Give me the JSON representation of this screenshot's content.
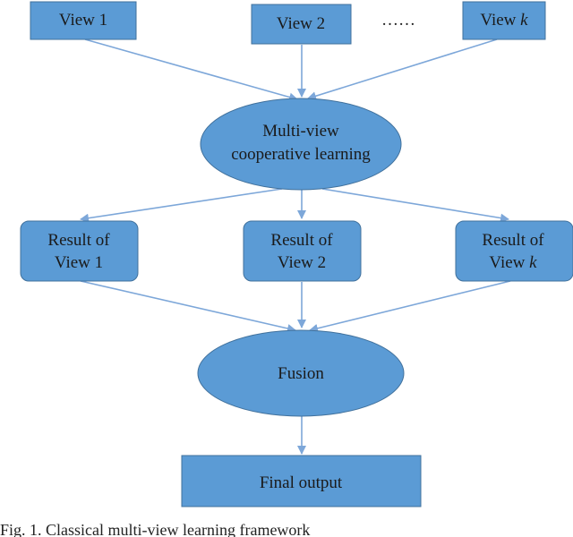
{
  "colors": {
    "node_fill": "#5b9bd5",
    "node_stroke": "#41719c",
    "arrow": "#7da7d9",
    "text": "#1a1a1a"
  },
  "inputs": {
    "view1": "View 1",
    "view2": "View 2",
    "ellipsis": "……",
    "viewk_prefix": "View ",
    "viewk_var": "k"
  },
  "learning": {
    "line1": "Multi-view",
    "line2": "cooperative learning"
  },
  "results": {
    "r1_line1": "Result of",
    "r1_line2": "View 1",
    "r2_line1": "Result of",
    "r2_line2": "View 2",
    "rk_line1": "Result of",
    "rk_line2_prefix": "View ",
    "rk_line2_var": "k"
  },
  "fusion": "Fusion",
  "output": "Final output",
  "caption": "Fig. 1.    Classical multi-view learning framework"
}
